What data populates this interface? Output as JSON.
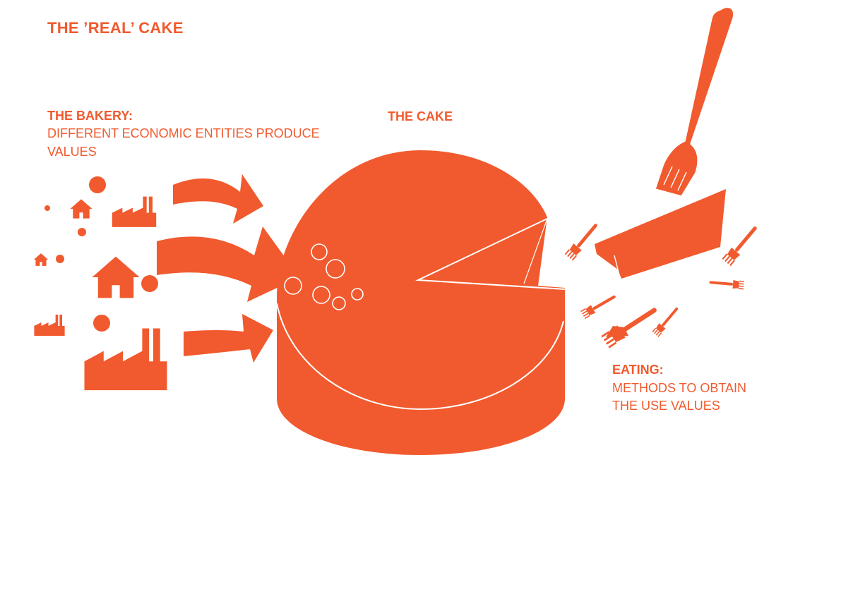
{
  "title": "THE ’REAL’ CAKE",
  "bakery": {
    "heading": "THE BAKERY:",
    "description_line1": "DIFFERENT ECONOMIC ENTITIES PRODUCE",
    "description_line2": "VALUES"
  },
  "cake": {
    "heading": "THE CAKE"
  },
  "eating": {
    "heading": "EATING:",
    "description_line1": "METHODS TO OBTAIN",
    "description_line2": "THE USE VALUES"
  },
  "colors": {
    "accent": "#f15a2e",
    "background": "#ffffff",
    "outline": "#ffffff"
  },
  "icons": [
    "house-icon",
    "factory-icon",
    "dot-icon",
    "arrow-icon",
    "cake-icon",
    "cake-slice-icon",
    "fork-icon",
    "bubble-icon"
  ]
}
